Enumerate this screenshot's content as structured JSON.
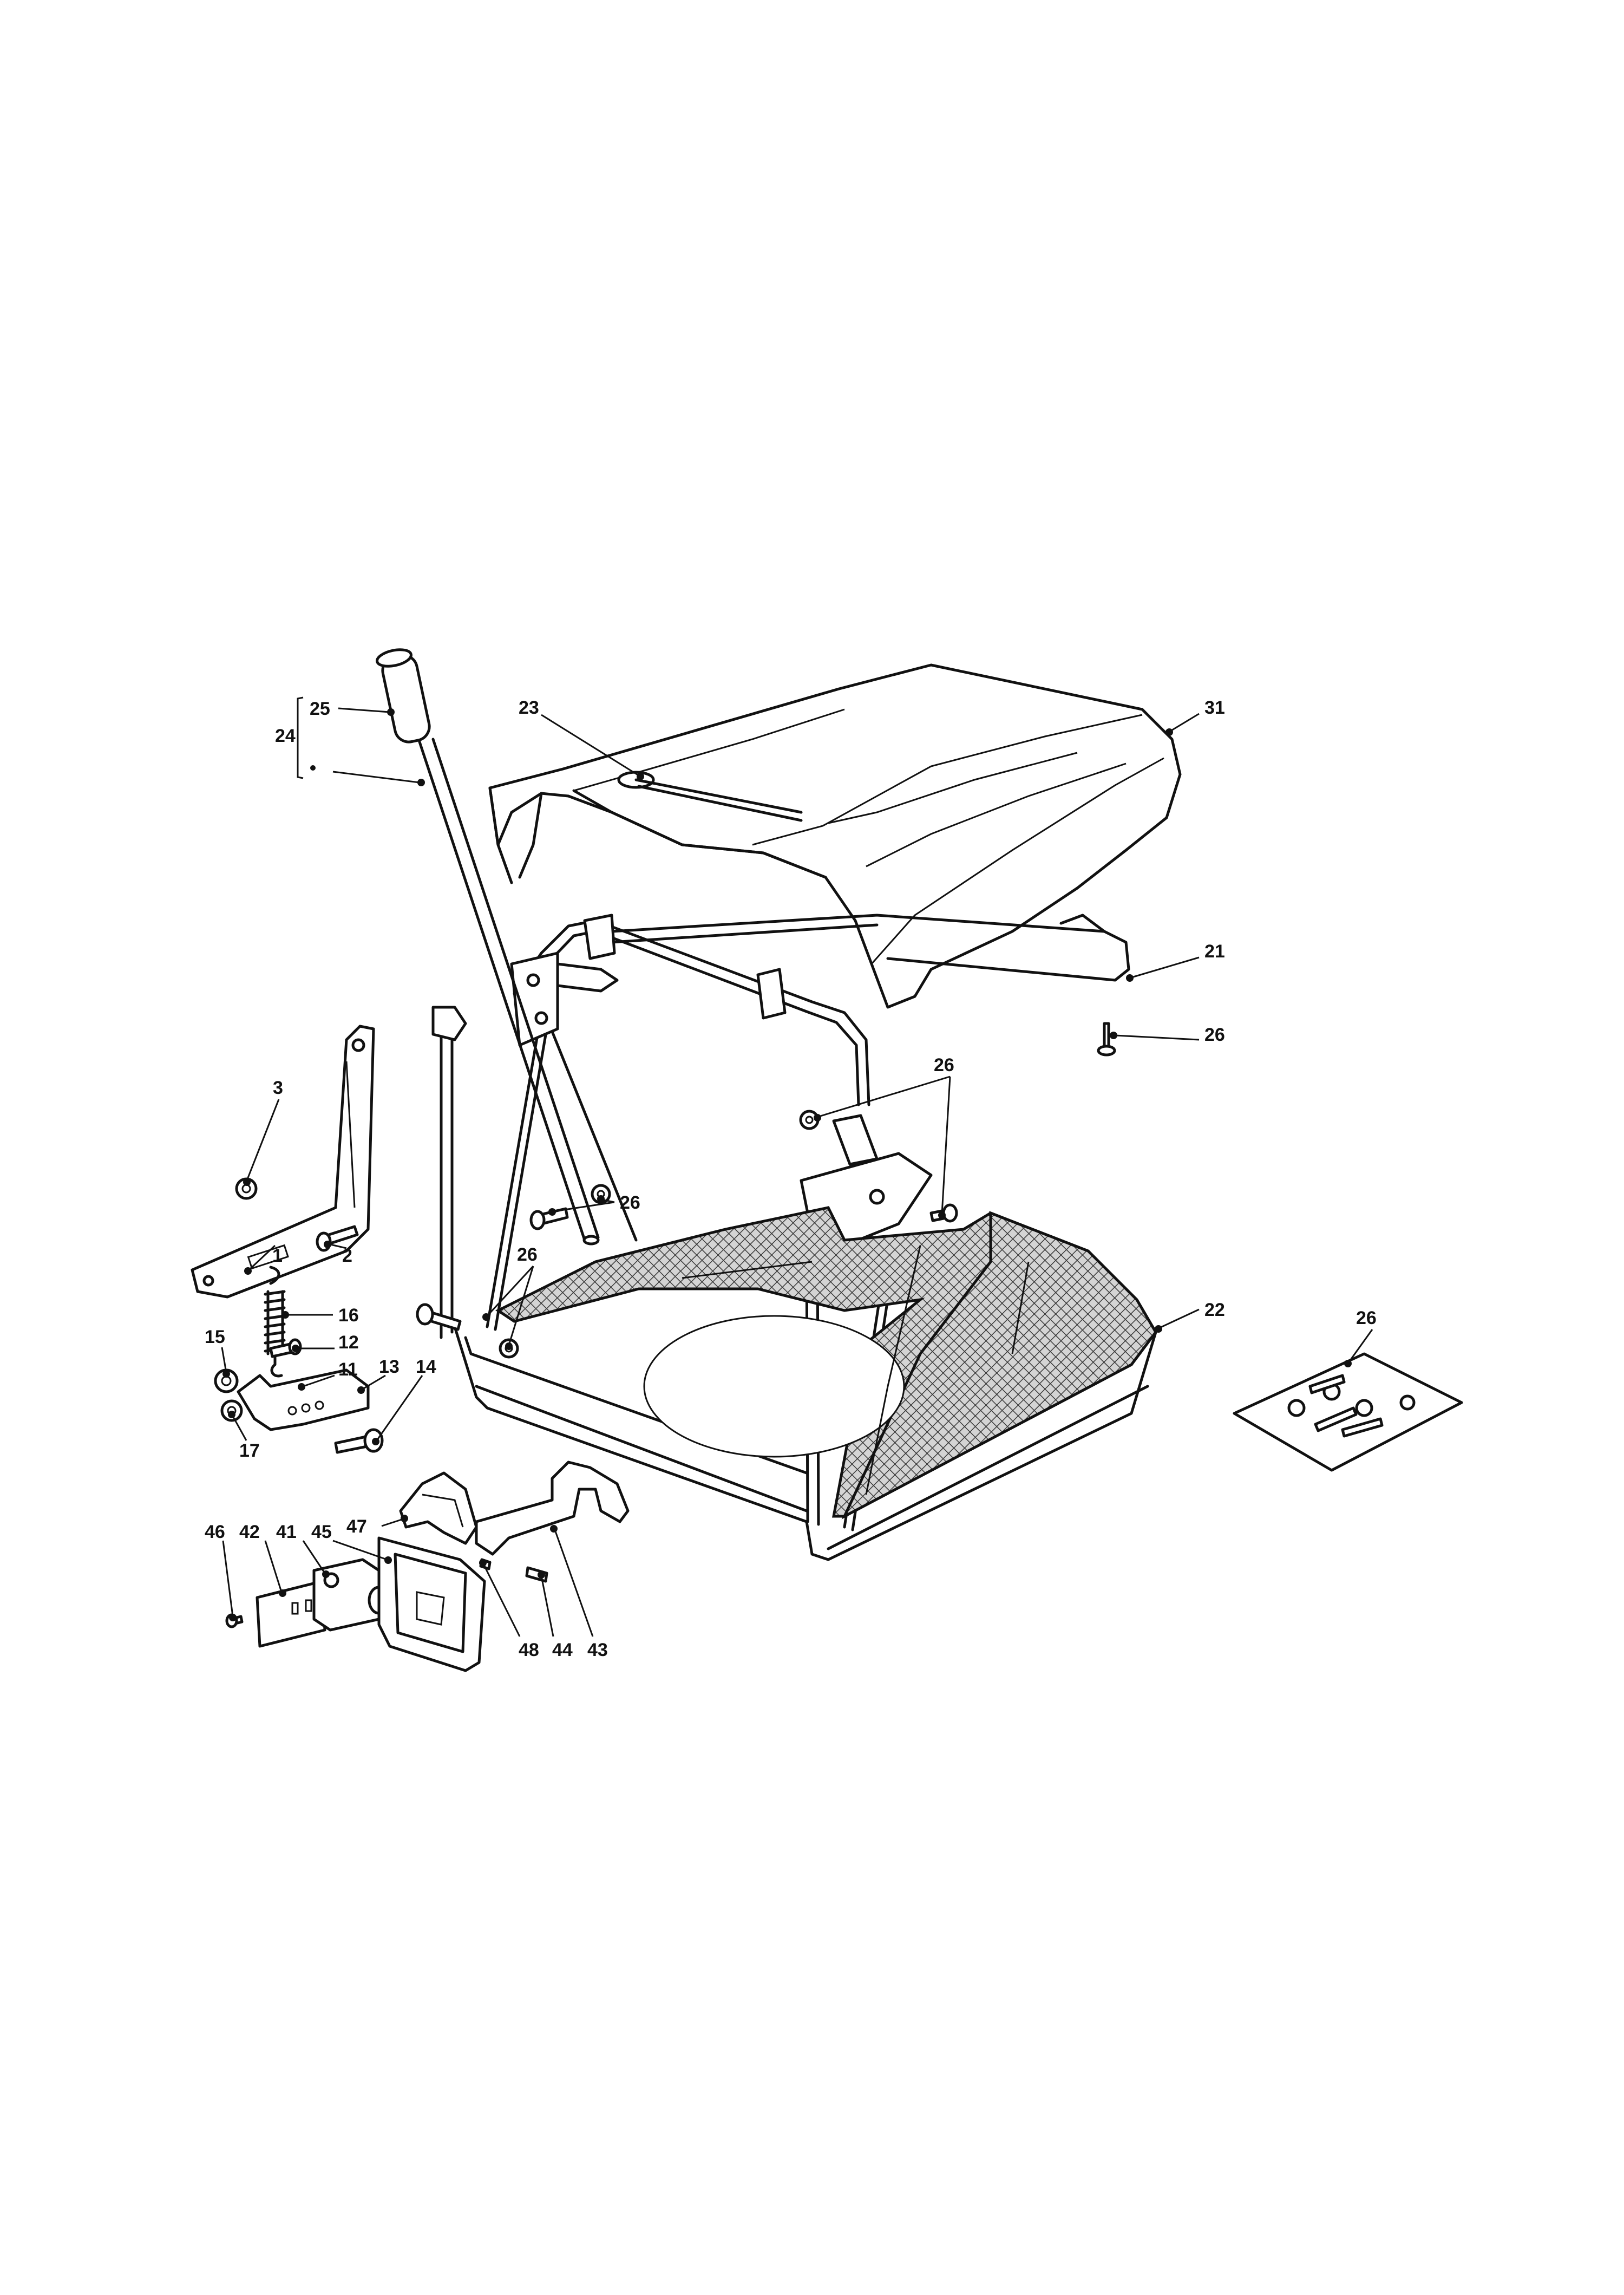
{
  "callouts": {
    "c25": "25",
    "c24": "24",
    "c23": "23",
    "c31": "31",
    "c21": "21",
    "c26_a": "26",
    "c26_b": "26",
    "c26_c": "26",
    "c26_d": "26",
    "c26_e": "26",
    "c3": "3",
    "c1": "1",
    "c2": "2",
    "c16": "16",
    "c15": "15",
    "c12": "12",
    "c11": "11",
    "c13": "13",
    "c14": "14",
    "c17": "17",
    "c22": "22",
    "c46": "46",
    "c42": "42",
    "c41": "41",
    "c45": "45",
    "c47": "47",
    "c48": "48",
    "c44": "44",
    "c43": "43"
  },
  "colors": {
    "line": "#111111",
    "background": "#ffffff",
    "mesh": "#555555"
  }
}
